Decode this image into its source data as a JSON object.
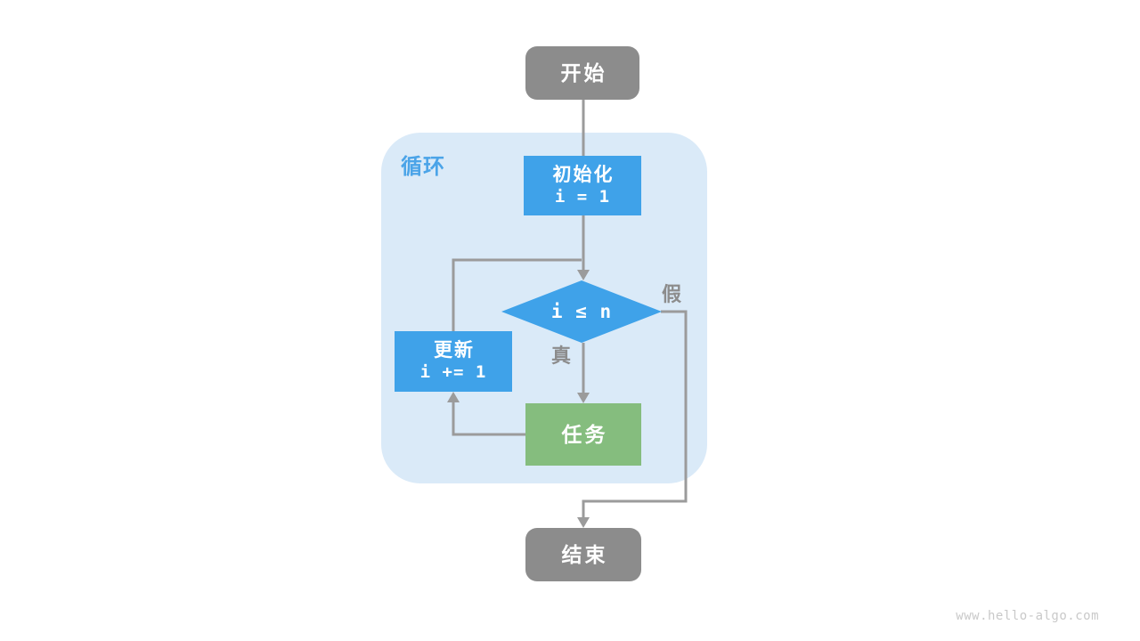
{
  "flowchart": {
    "loop_label": "循环",
    "nodes": {
      "start": {
        "label": "开始"
      },
      "init": {
        "label": "初始化",
        "code": "i = 1"
      },
      "condition": {
        "code": "i ≤ n"
      },
      "update": {
        "label": "更新",
        "code": "i += 1"
      },
      "task": {
        "label": "任务"
      },
      "end": {
        "label": "结束"
      }
    },
    "edge_labels": {
      "true_branch": "真",
      "false_branch": "假"
    }
  },
  "colors": {
    "process_blue": "#3fa2e9",
    "task_green": "#85bd7e",
    "terminal_gray": "#8c8c8c",
    "loop_background": "#daeaf8",
    "loop_label_blue": "#4ba4e8",
    "connector_gray": "#9b9b9b",
    "edge_label_gray": "#8c8c8c",
    "watermark_gray": "#c9c9c9",
    "page_background": "#ffffff"
  },
  "watermark": "www.hello-algo.com"
}
